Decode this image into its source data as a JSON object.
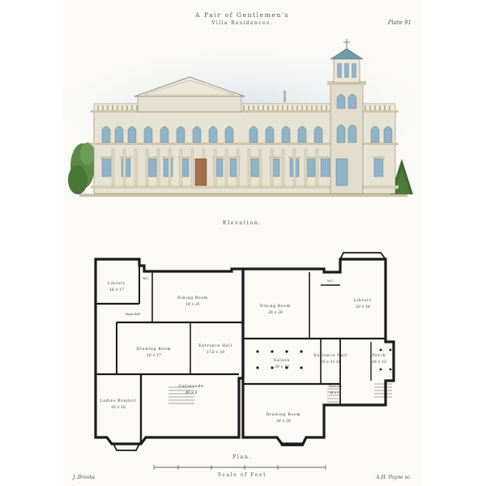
{
  "header": {
    "title_line1": "A Pair of Gentlemen's",
    "title_line2": "Villa Residences.",
    "plate_number": "Plate 91"
  },
  "captions": {
    "elevation": "Elevation.",
    "plan": "Plan.",
    "scale": "Scale of Feet"
  },
  "credits": {
    "left": "J. Brooks",
    "right": "A.H. Payne sc."
  },
  "rooms": [
    {
      "name": "Library",
      "dims": "16 × 17"
    },
    {
      "name": "W.C.",
      "dims": ""
    },
    {
      "name": "Dining Room",
      "dims": "18 × 21"
    },
    {
      "name": "Back Hall",
      "dims": ""
    },
    {
      "name": "Drawing Room",
      "dims": "16 × 17"
    },
    {
      "name": "Entrance Hall",
      "dims": "17.6 × 18"
    },
    {
      "name": "Ladies Boudoir",
      "dims": "16 × 16"
    },
    {
      "name": "Colonnade",
      "dims": "36 × 8"
    },
    {
      "name": "Dining Room",
      "dims": "26 × 20"
    },
    {
      "name": "W.C.",
      "dims": ""
    },
    {
      "name": "Library",
      "dims": "20 × 16"
    },
    {
      "name": "Saloon",
      "dims": "30 × 16"
    },
    {
      "name": "Entrance Hall",
      "dims": "16 × 11.16"
    },
    {
      "name": "Porch",
      "dims": "16 × 12"
    },
    {
      "name": "Staircase",
      "dims": "14 × 14"
    },
    {
      "name": "Drawing Room",
      "dims": "26 × 20"
    }
  ],
  "colors": {
    "paper": "#fbfaf6",
    "wall": "#1b1b1b",
    "stone": "#e8e2d2",
    "window": "#8fb3c7",
    "tree": "#4f7a3a",
    "sky": "#cfdde6"
  }
}
